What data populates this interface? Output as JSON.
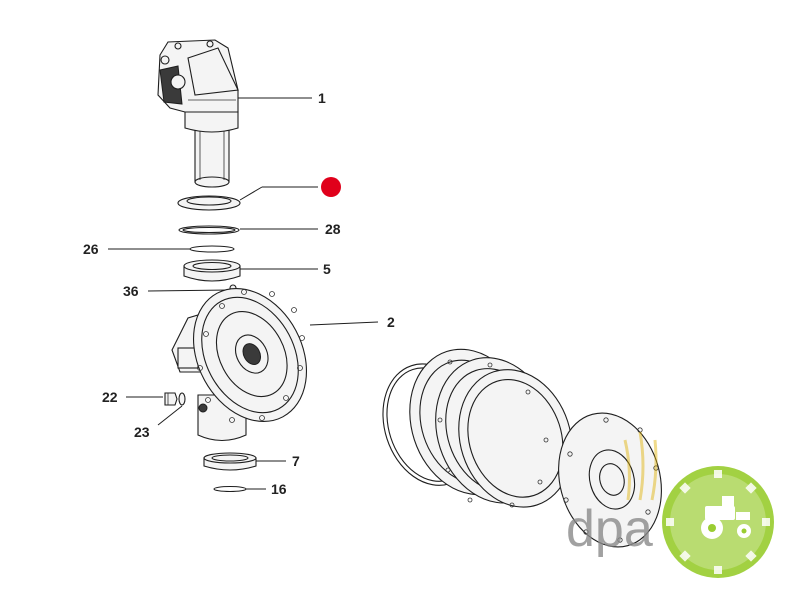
{
  "callouts": {
    "c1": "1",
    "c2": "2",
    "c5": "5",
    "c7": "7",
    "c16": "16",
    "c22": "22",
    "c23": "23",
    "c26": "26",
    "c28": "28",
    "c36": "36"
  },
  "highlight_color": "#e0001b",
  "watermark": {
    "text": "dpa",
    "color_text": "#8a8a8a",
    "color_badge": "#9acd32",
    "icon": "tractor-gear-icon"
  }
}
